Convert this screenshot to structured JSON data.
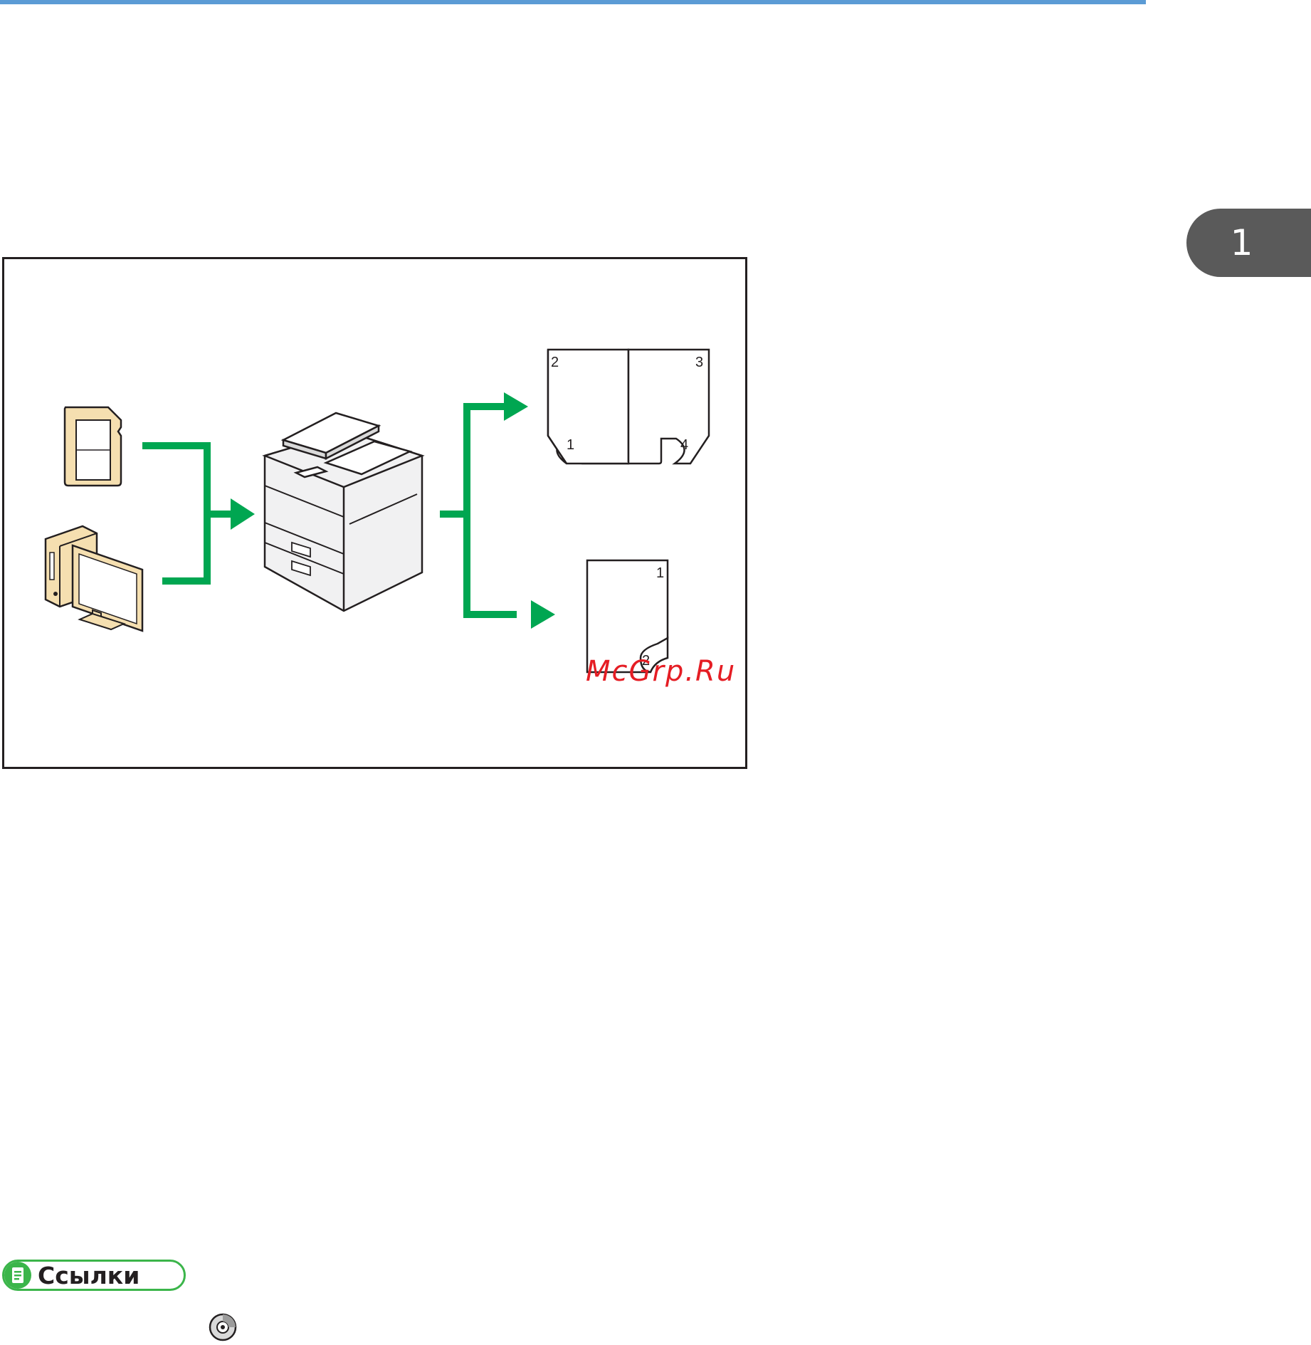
{
  "header": {
    "rule_color": "#5b9bd5"
  },
  "chapter_tab": {
    "label": "1",
    "color": "#5a5a5a"
  },
  "figure": {
    "booklet_page_numbers": [
      "2",
      "3",
      "1",
      "4"
    ],
    "duplex_page_numbers": [
      "1",
      "2"
    ],
    "arrow_color": "#00a651",
    "icons": [
      "sd-card-icon",
      "computer-icon",
      "printer-icon",
      "booklet-output-icon",
      "duplex-output-icon"
    ]
  },
  "watermark": {
    "text": "McGrp.Ru",
    "color": "#e51d24"
  },
  "references": {
    "label": "Ссылки",
    "icon": "note-icon",
    "accent": "#3bb54a"
  },
  "footer": {
    "icon": "cd-icon"
  }
}
